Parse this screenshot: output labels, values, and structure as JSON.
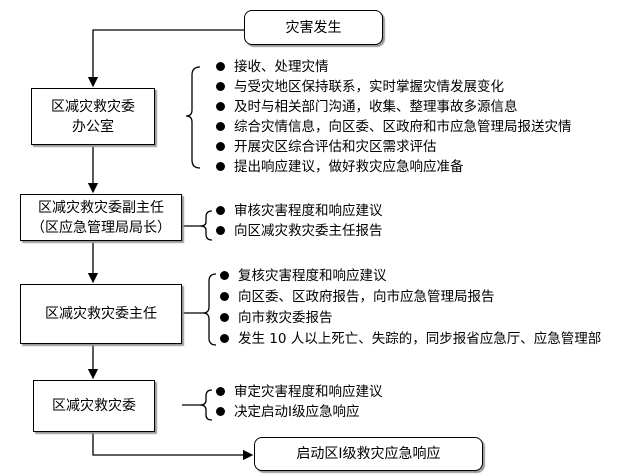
{
  "start_node": "灾害发生",
  "end_node": "启动区Ⅰ级救灾应急响应",
  "stages": [
    {
      "title_lines": [
        "区减灾救灾委",
        "办公室"
      ],
      "tasks": [
        "接收、处理灾情",
        "与受灾地区保持联系，实时掌握灾情发展变化",
        "及时与相关部门沟通，收集、整理事故多源信息",
        "综合灾情信息，向区委、区政府和市应急管理局报送灾情",
        "开展灾区综合评估和灾区需求评估",
        "提出响应建议，做好救灾应急响应准备"
      ]
    },
    {
      "title_lines": [
        "区减灾救灾委副主任",
        "（区应急管理局局长）"
      ],
      "tasks": [
        "审核灾害程度和响应建议",
        "向区减灾救灾委主任报告"
      ]
    },
    {
      "title_lines": [
        "区减灾救灾委主任"
      ],
      "tasks": [
        "复核灾害程度和响应建议",
        "向区委、区政府报告，向市应急管理局报告",
        "向市救灾委报告",
        "发生 10 人以上死亡、失踪的，同步报省应急厅、应急管理部"
      ]
    },
    {
      "title_lines": [
        "区减灾救灾委"
      ],
      "tasks": [
        "审定灾害程度和响应建议",
        "决定启动Ⅰ级应急响应"
      ]
    }
  ]
}
